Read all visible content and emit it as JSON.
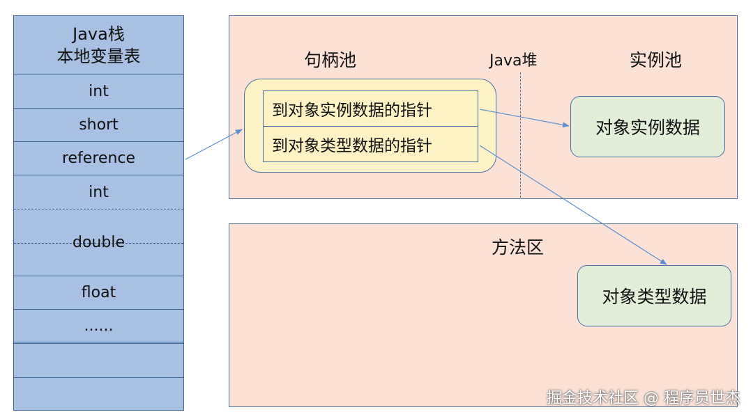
{
  "stack": {
    "title_line1": "Java栈",
    "title_line2": "本地变量表",
    "slots": [
      "int",
      "short",
      "reference",
      "int",
      "double",
      "float",
      "......",
      "",
      ""
    ]
  },
  "heap": {
    "label": "Java堆",
    "handle_pool_label": "句柄池",
    "instance_pool_label": "实例池",
    "pointer_instance": "到对象实例数据的指针",
    "pointer_type": "到对象类型数据的指针",
    "instance_data": "对象实例数据"
  },
  "method_area": {
    "label": "方法区",
    "type_data": "对象类型数据"
  },
  "watermark": "掘金技术社区 @ 程序员世杰",
  "colors": {
    "stack_fill": "#a8c0e2",
    "panel_fill": "#fbe1d6",
    "handle_pool_fill": "#fdf2c3",
    "data_box_fill": "#e2eed8",
    "stroke": "#4a6fa1",
    "arrow": "#5b8fd0"
  }
}
